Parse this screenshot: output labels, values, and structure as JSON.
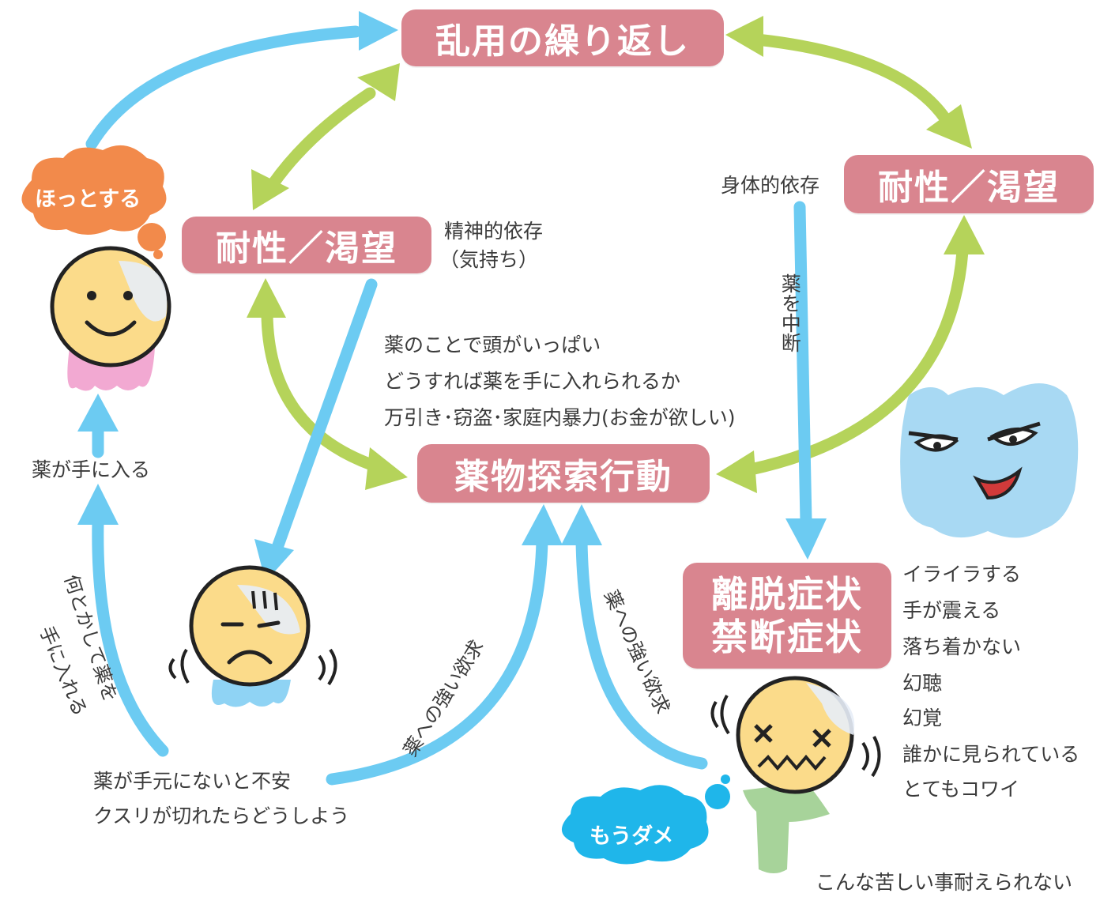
{
  "boxes": {
    "repeat": "乱用の繰り返し",
    "tolerance_left": "耐性／渇望",
    "tolerance_right": "耐性／渇望",
    "seeking": "薬物探索行動",
    "withdrawal_line1": "離脱症状",
    "withdrawal_line2": "禁断症状"
  },
  "labels": {
    "mental_dependence_1": "精神的依存",
    "mental_dependence_2": "（気持ち）",
    "physical_dependence": "身体的依存",
    "stop_drug": "薬を中断",
    "thoughts": [
      "薬のことで頭がいっぱい",
      "どうすれば薬を手に入れられるか",
      "万引き･窃盗･家庭内暴力(お金が欲しい)"
    ],
    "got_drug": "薬が手に入る",
    "somehow_1": "何とかして薬を",
    "somehow_2": "手に入れる",
    "anxiety": [
      "薬が手元にないと不安",
      "クスリが切れたらどうしよう"
    ],
    "craving_left": "薬への強い欲求",
    "craving_right": "薬への強い欲求",
    "symptoms": [
      "イライラする",
      "手が震える",
      "落ち着かない",
      "幻聴",
      "幻覚",
      "誰かに見られている",
      "とてもコワイ"
    ],
    "suffering": "こんな苦しい事耐えられない"
  },
  "clouds": {
    "relief": "ほっとする",
    "hopeless": "もうダメ"
  },
  "colors": {
    "box": "#d9858f",
    "green_arrow": "#b5d35a",
    "blue_arrow": "#6ccbf2",
    "orange_cloud": "#f28a4b",
    "blue_cloud": "#1fb6ea"
  }
}
